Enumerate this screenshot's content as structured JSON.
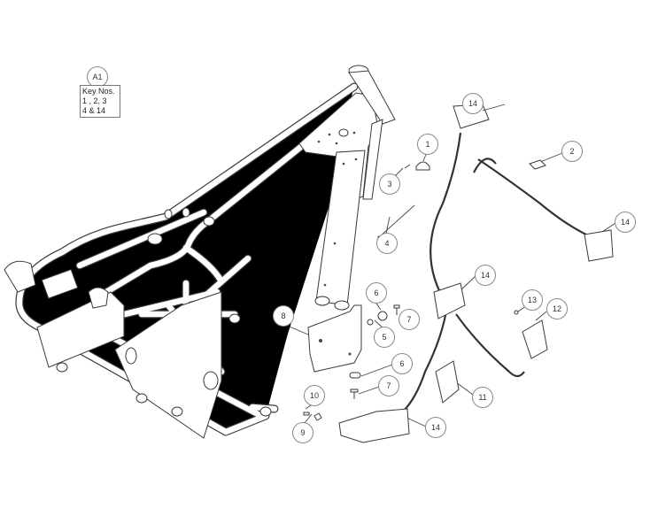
{
  "assembly_callout": "A1",
  "key_box": {
    "line1": "Key Nos.",
    "line2": "1 , 2, 3",
    "line3": "4 & 14"
  },
  "callouts": [
    {
      "id": "c14a",
      "label": "14"
    },
    {
      "id": "c1",
      "label": "1"
    },
    {
      "id": "c2",
      "label": "2"
    },
    {
      "id": "c3",
      "label": "3"
    },
    {
      "id": "c4",
      "label": "4"
    },
    {
      "id": "c14b",
      "label": "14"
    },
    {
      "id": "c14c",
      "label": "14"
    },
    {
      "id": "c13",
      "label": "13"
    },
    {
      "id": "c12",
      "label": "12"
    },
    {
      "id": "c6a",
      "label": "6"
    },
    {
      "id": "c7a",
      "label": "7"
    },
    {
      "id": "c5",
      "label": "5"
    },
    {
      "id": "c8",
      "label": "8"
    },
    {
      "id": "c6b",
      "label": "6"
    },
    {
      "id": "c7b",
      "label": "7"
    },
    {
      "id": "c11",
      "label": "11"
    },
    {
      "id": "c10",
      "label": "10"
    },
    {
      "id": "c9",
      "label": "9"
    },
    {
      "id": "c14d",
      "label": "14"
    }
  ]
}
